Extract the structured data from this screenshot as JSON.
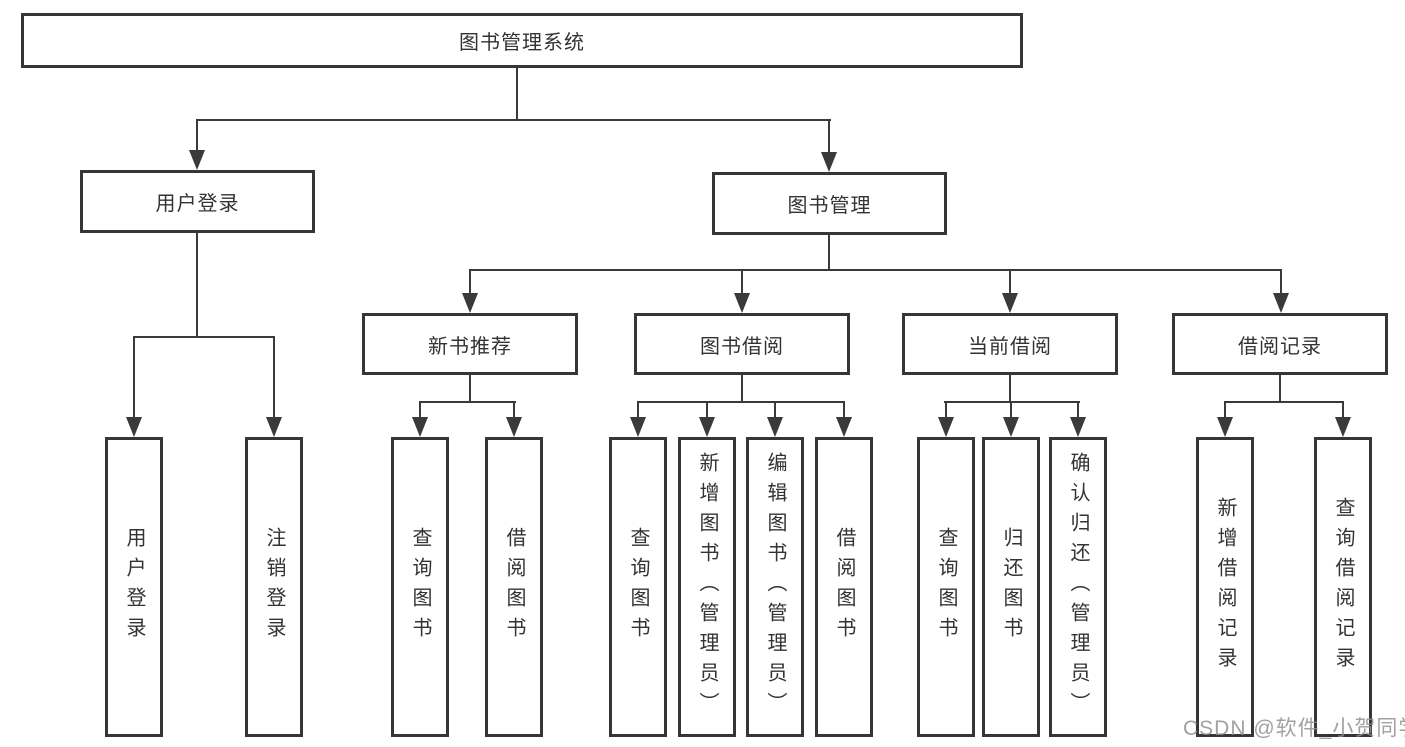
{
  "root": {
    "label": "图书管理系统"
  },
  "level2": [
    {
      "label": "用户登录",
      "parent": "图书管理系统"
    },
    {
      "label": "图书管理",
      "parent": "图书管理系统"
    }
  ],
  "level3": [
    {
      "label": "新书推荐",
      "parent": "图书管理"
    },
    {
      "label": "图书借阅",
      "parent": "图书管理"
    },
    {
      "label": "当前借阅",
      "parent": "图书管理"
    },
    {
      "label": "借阅记录",
      "parent": "图书管理"
    }
  ],
  "leaves": [
    {
      "label": "用户登录",
      "parent": "用户登录"
    },
    {
      "label": "注销登录",
      "parent": "用户登录"
    },
    {
      "label": "查询图书",
      "parent": "新书推荐"
    },
    {
      "label": "借阅图书",
      "parent": "新书推荐"
    },
    {
      "label": "查询图书",
      "parent": "图书借阅"
    },
    {
      "label": "新增图书（管理员）",
      "parent": "图书借阅"
    },
    {
      "label": "编辑图书（管理员）",
      "parent": "图书借阅"
    },
    {
      "label": "借阅图书",
      "parent": "图书借阅"
    },
    {
      "label": "查询图书",
      "parent": "当前借阅"
    },
    {
      "label": "归还图书",
      "parent": "当前借阅"
    },
    {
      "label": "确认归还（管理员）",
      "parent": "当前借阅"
    },
    {
      "label": "新增借阅记录",
      "parent": "借阅记录"
    },
    {
      "label": "查询借阅记录",
      "parent": "借阅记录"
    }
  ],
  "watermark": "CSDN @软件_小贺同学",
  "colors": {
    "line": "#3a3a3a",
    "box_border": "#363636",
    "text": "#333333",
    "watermark": "#919191",
    "background": "#ffffff"
  }
}
